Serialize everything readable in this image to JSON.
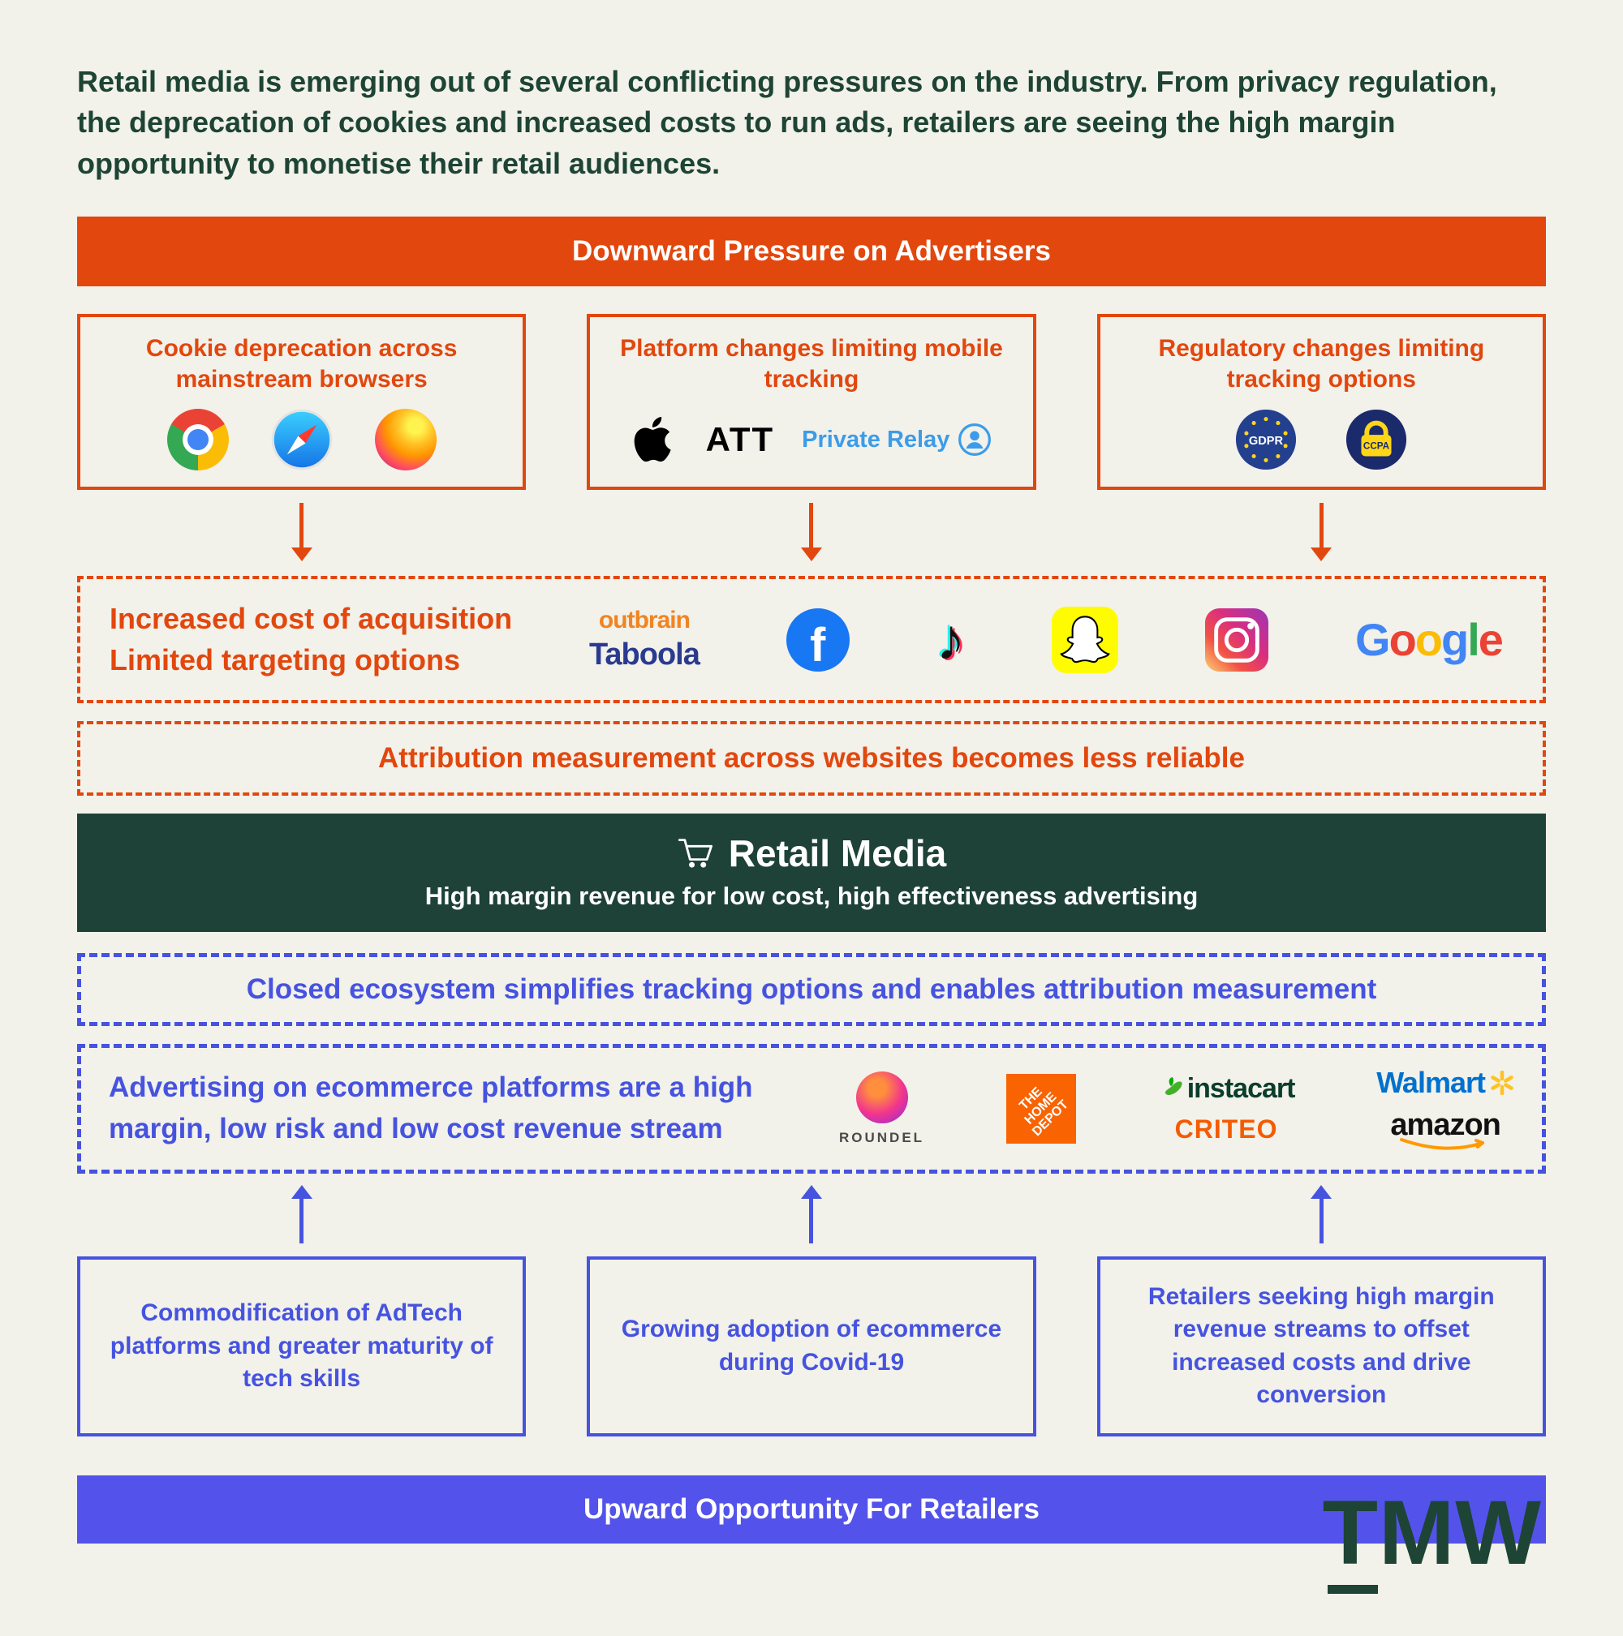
{
  "colors": {
    "background": "#F2F1EA",
    "orange": "#E2470E",
    "dark_green": "#1E4237",
    "blue_accent": "#4653DF",
    "banner_blue": "#5353EB"
  },
  "intro": "Retail media is emerging out of several conflicting pressures on the industry.  From privacy regulation, the deprecation of cookies and increased costs to run ads, retailers are seeing the high margin opportunity to monetise their retail audiences.",
  "top_banner": "Downward Pressure on Advertisers",
  "pressure": {
    "box1": {
      "title": "Cookie deprecation across mainstream browsers"
    },
    "box2": {
      "title": "Platform changes limiting mobile tracking",
      "att_label": "ATT",
      "private_relay_label": "Private Relay"
    },
    "box3": {
      "title": "Regulatory changes limiting tracking options",
      "gdpr_label": "GDPR",
      "ccpa_label": "CCPA"
    }
  },
  "acquisition": {
    "line1": "Increased cost of acquisition",
    "line2": "Limited targeting options",
    "outbrain": "outbrain",
    "taboola": "Taboola",
    "google_letters": [
      "G",
      "o",
      "o",
      "g",
      "l",
      "e"
    ]
  },
  "glyphs": {
    "facebook_f": "f",
    "tiktok_note": "♪"
  },
  "attribution": "Attribution measurement across websites becomes less reliable",
  "retail_media": {
    "title": "Retail Media",
    "subtitle": "High margin revenue for low cost, high effectiveness advertising"
  },
  "closed_ecosystem": "Closed ecosystem simplifies tracking options and enables attribution measurement",
  "ecommerce": {
    "text": "Advertising on ecommerce platforms are a high margin, low risk and low cost revenue stream",
    "roundel": "ROUNDEL",
    "home_depot": "THE HOME DEPOT",
    "instacart": "instacart",
    "criteo": "CRITEO",
    "walmart": "Walmart",
    "amazon": "amazon"
  },
  "drivers": {
    "box1": "Commodification of AdTech platforms and greater maturity of tech skills",
    "box2": "Growing adoption of ecommerce during Covid-19",
    "box3": "Retailers seeking high margin revenue streams to offset increased costs and drive conversion"
  },
  "bottom_banner": "Upward Opportunity For Retailers",
  "brand": "TMW"
}
